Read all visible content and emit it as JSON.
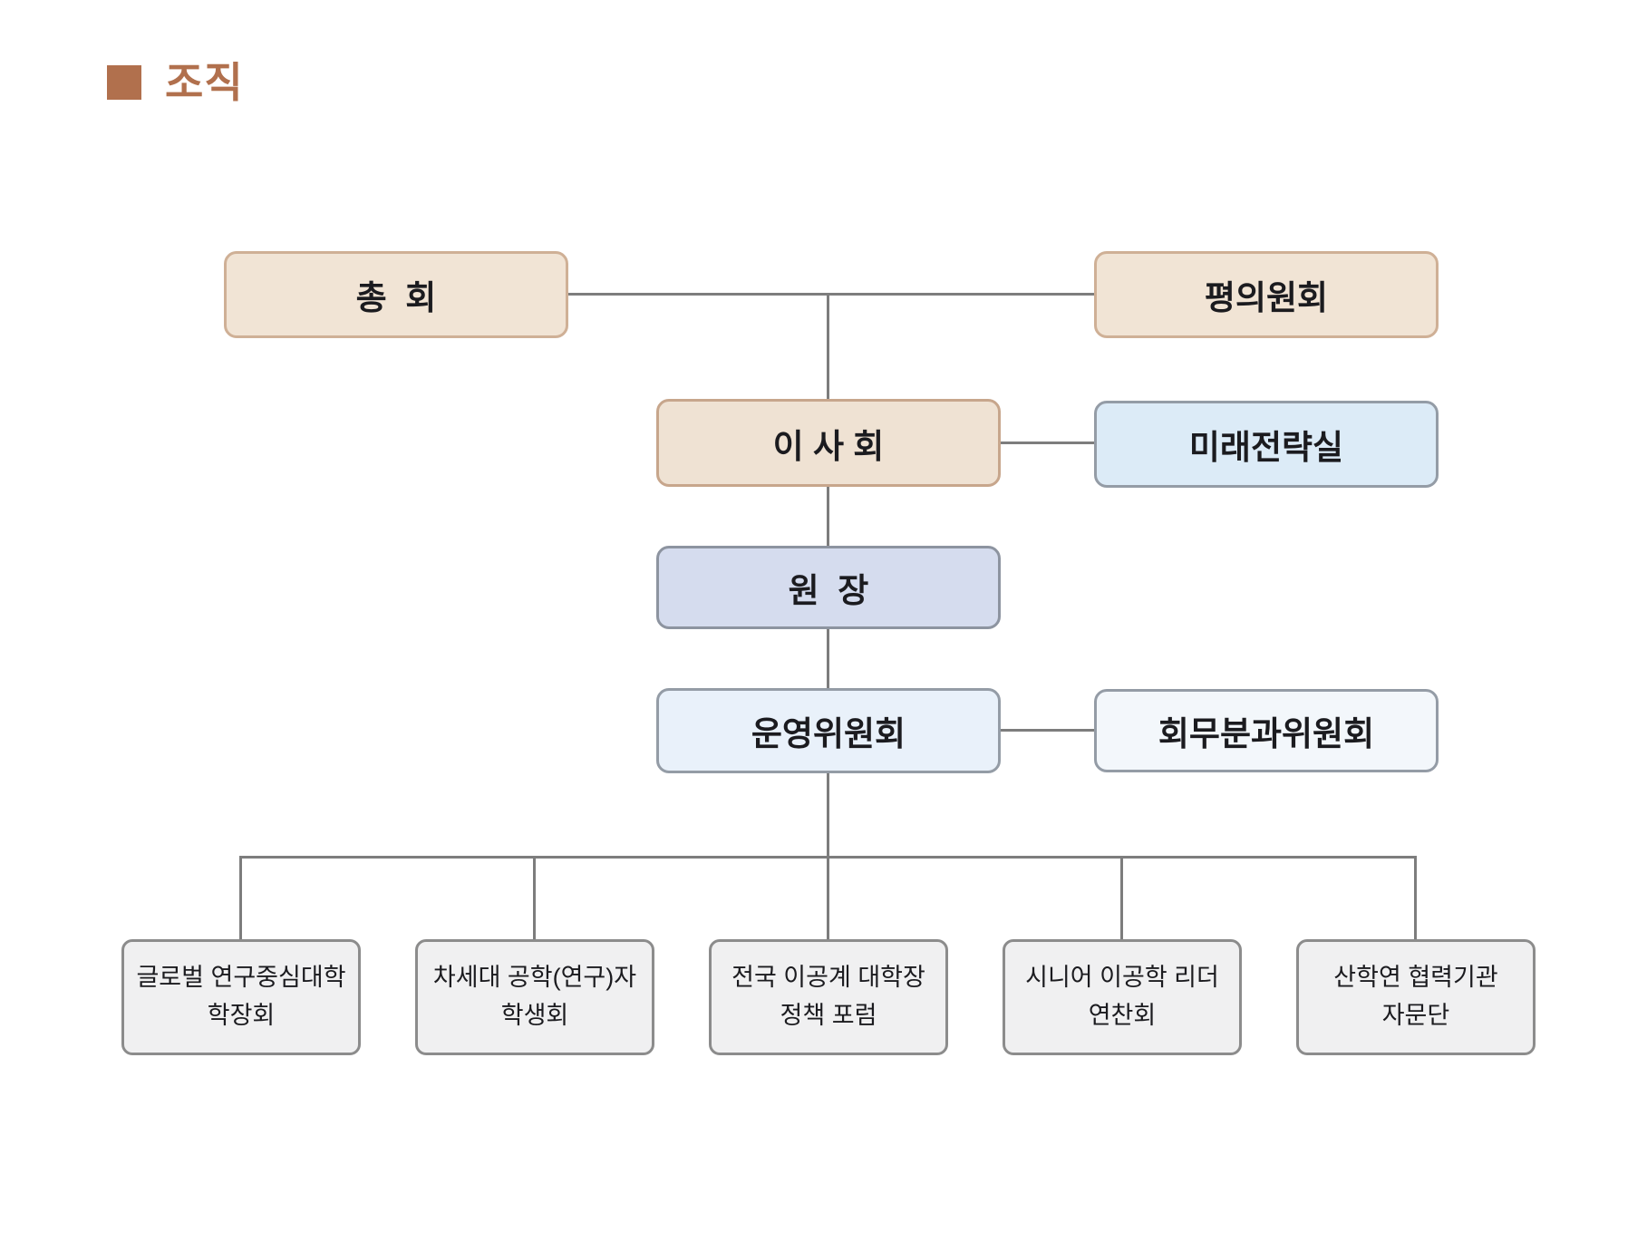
{
  "page": {
    "title": "조직"
  },
  "org": {
    "nodes": {
      "general_assembly": {
        "label": "총  회"
      },
      "council": {
        "label": "평의원회"
      },
      "board": {
        "label": "이 사 회"
      },
      "future_strategy": {
        "label": "미래전략실"
      },
      "director": {
        "label": "원  장"
      },
      "steering_committee": {
        "label": "운영위원회"
      },
      "affairs_subcommittee": {
        "label": "회무분과위원회"
      },
      "programs": [
        {
          "line1": "글로벌 연구중심대학",
          "line2": "학장회"
        },
        {
          "line1": "차세대 공학(연구)자",
          "line2": "학생회"
        },
        {
          "line1": "전국 이공계 대학장",
          "line2": "정책 포럼"
        },
        {
          "line1": "시니어 이공학 리더",
          "line2": "연찬회"
        },
        {
          "line1": "산학연 협력기관",
          "line2": "자문단"
        }
      ]
    },
    "edges": [
      {
        "from": "general_assembly",
        "to": "council"
      },
      {
        "from": "general_assembly_council_link",
        "to": "board"
      },
      {
        "from": "board",
        "to": "future_strategy"
      },
      {
        "from": "board",
        "to": "director"
      },
      {
        "from": "director",
        "to": "steering_committee"
      },
      {
        "from": "steering_committee",
        "to": "affairs_subcommittee"
      },
      {
        "from": "steering_committee",
        "to": "programs.0"
      },
      {
        "from": "steering_committee",
        "to": "programs.1"
      },
      {
        "from": "steering_committee",
        "to": "programs.2"
      },
      {
        "from": "steering_committee",
        "to": "programs.3"
      },
      {
        "from": "steering_committee",
        "to": "programs.4"
      }
    ],
    "colors": {
      "title_accent": "#b1704d",
      "beige_fill": "#f1e4d5",
      "beige_border": "#cfb096",
      "blue_fill": "#dcebf7",
      "lavender_fill": "#d5dcee",
      "pale_blue_fill": "#e9f1fa",
      "near_white_fill": "#f3f7fb",
      "gray_border": "#949ca6",
      "program_fill": "#f0f0f1",
      "program_border": "#8c8c8c",
      "line_color": "#7d7d7d",
      "text_color": "#1b1b1f"
    }
  }
}
